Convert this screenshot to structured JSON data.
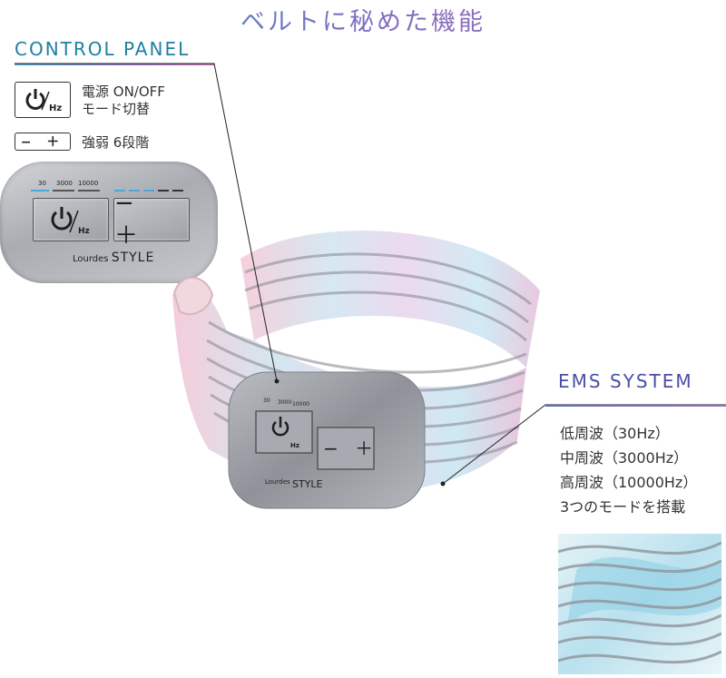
{
  "title": "ベルトに秘めた機能",
  "control_panel": {
    "heading": "CONTROL PANEL",
    "features": [
      {
        "icon": "power-hz-icon",
        "icon_text": "Hz",
        "lines": [
          "電源 ON/OFF",
          "モード切替"
        ]
      },
      {
        "icon": "minus-plus-icon",
        "icon_text": "− ＋",
        "lines": [
          "強弱 6段階"
        ]
      }
    ],
    "panel_closeup": {
      "mode_labels": [
        "30",
        "3000",
        "10000"
      ],
      "power_button_text": "Hz",
      "intensity_button_text": "− ＋",
      "logo_small": "Lourdes",
      "logo_large": "STYLE"
    }
  },
  "ems_system": {
    "heading": "EMS SYSTEM",
    "lines": [
      "低周波（30Hz）",
      "中周波（3000Hz）",
      "高周波（10000Hz）",
      "3つのモードを搭載"
    ]
  },
  "belt_device": {
    "mode_labels": [
      "30",
      "3000",
      "10000"
    ],
    "power_button_text": "Hz",
    "intensity_button_text": "− ＋",
    "logo_small": "Lourdes",
    "logo_large": "STYLE"
  },
  "colors": {
    "accent_blue": "#1f7fa3",
    "accent_purple": "#4a4fa5",
    "panel_silver": "#a9acb1",
    "indicator_blue": "#4aa8d8"
  }
}
